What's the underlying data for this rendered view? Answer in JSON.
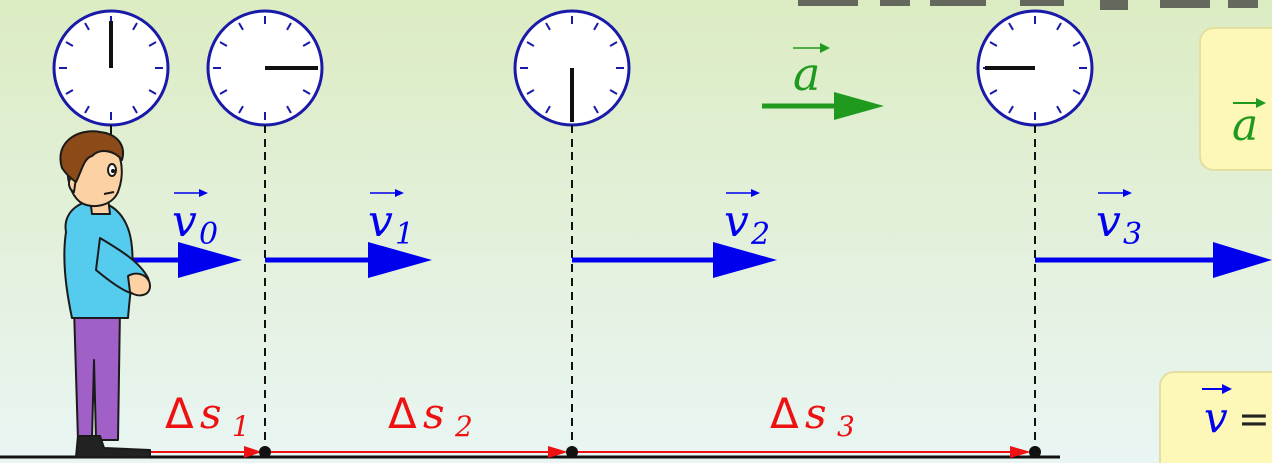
{
  "accel_label": "a",
  "velocity_labels": [
    {
      "letter": "v",
      "sub": "0"
    },
    {
      "letter": "v",
      "sub": "1"
    },
    {
      "letter": "v",
      "sub": "2"
    },
    {
      "letter": "v",
      "sub": "3"
    }
  ],
  "displacement_labels": [
    {
      "delta": "Δ",
      "letter": "s",
      "sub": "1"
    },
    {
      "delta": "Δ",
      "letter": "s",
      "sub": "2"
    },
    {
      "delta": "Δ",
      "letter": "s",
      "sub": "3"
    }
  ],
  "formula_top_letter": "a",
  "formula_bottom_letter": "v",
  "formula_bottom_symbol": "=",
  "clock_times": [
    "12:00",
    "12:15",
    "12:30",
    "12:45"
  ],
  "colors": {
    "velocity": "#0000ee",
    "acceleration": "#1f9a1f",
    "displacement": "#ee1111",
    "background_top": "#dcecc2",
    "background_bottom": "#e9f5f3",
    "callout": "#fdf8b8"
  },
  "icons": [
    "clock-icon",
    "person-figure"
  ]
}
